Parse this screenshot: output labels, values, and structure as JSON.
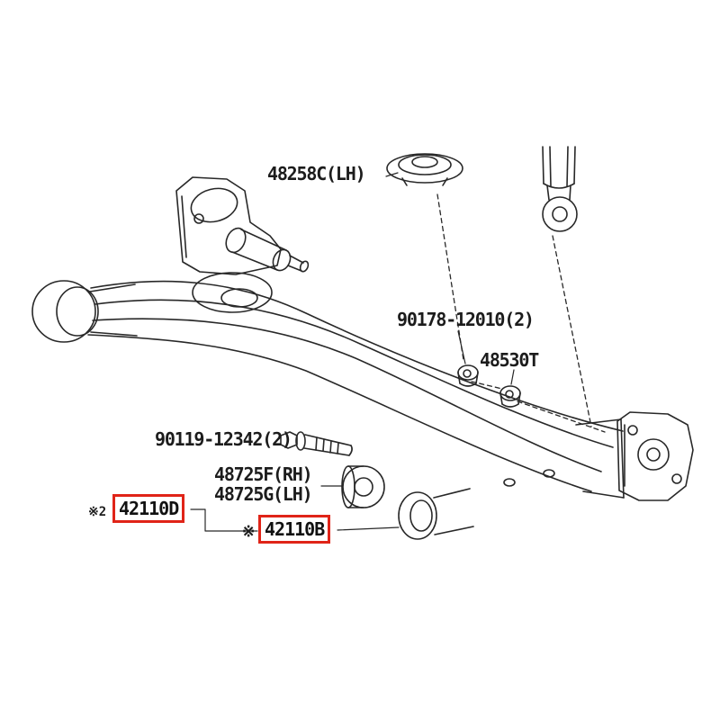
{
  "diagram": {
    "name": "rear-axle-beam-parts-diagram",
    "line_color": "#282828",
    "highlight_color": "#e02418",
    "labels": {
      "spring_seat": "48258C(LH)",
      "nut_washer": "90178-12010(2)",
      "nut": "48530T",
      "bolt": "90119-12342(2)",
      "bushing_rh": "48725F(RH)",
      "bushing_lh": "48725G(LH)",
      "footnote2": "※2",
      "footnote": "※",
      "beam_left": "42110D",
      "beam_right": "42110B"
    }
  }
}
